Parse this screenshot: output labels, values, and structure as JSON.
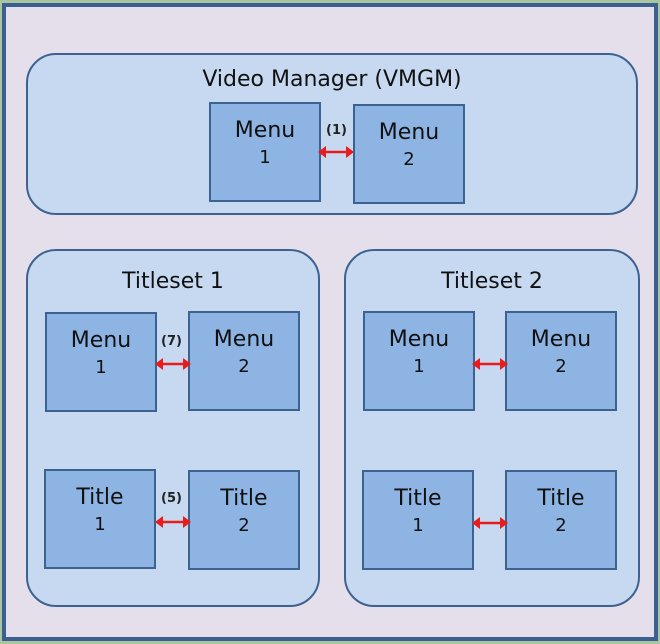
{
  "vmgm": {
    "title": "Video Manager (VMGM)",
    "boxes": [
      {
        "line1": "Menu",
        "line2": "1"
      },
      {
        "line1": "Menu",
        "line2": "2"
      }
    ],
    "link_label": "(1)"
  },
  "titleset1": {
    "title": "Titleset 1",
    "menus": [
      {
        "line1": "Menu",
        "line2": "1"
      },
      {
        "line1": "Menu",
        "line2": "2"
      }
    ],
    "menu_link_label": "(7)",
    "titles": [
      {
        "line1": "Title",
        "line2": "1"
      },
      {
        "line1": "Title",
        "line2": "2"
      }
    ],
    "title_link_label": "(5)"
  },
  "titleset2": {
    "title": "Titleset 2",
    "menus": [
      {
        "line1": "Menu",
        "line2": "1"
      },
      {
        "line1": "Menu",
        "line2": "2"
      }
    ],
    "titles": [
      {
        "line1": "Title",
        "line2": "1"
      },
      {
        "line1": "Title",
        "line2": "2"
      }
    ]
  },
  "colors": {
    "frame_border": "#3b5f8e",
    "frame_bg": "#e5dfec",
    "group_bg": "#c6d9f1",
    "box_bg": "#8eb4e3",
    "arrow": "#e81c1c"
  }
}
